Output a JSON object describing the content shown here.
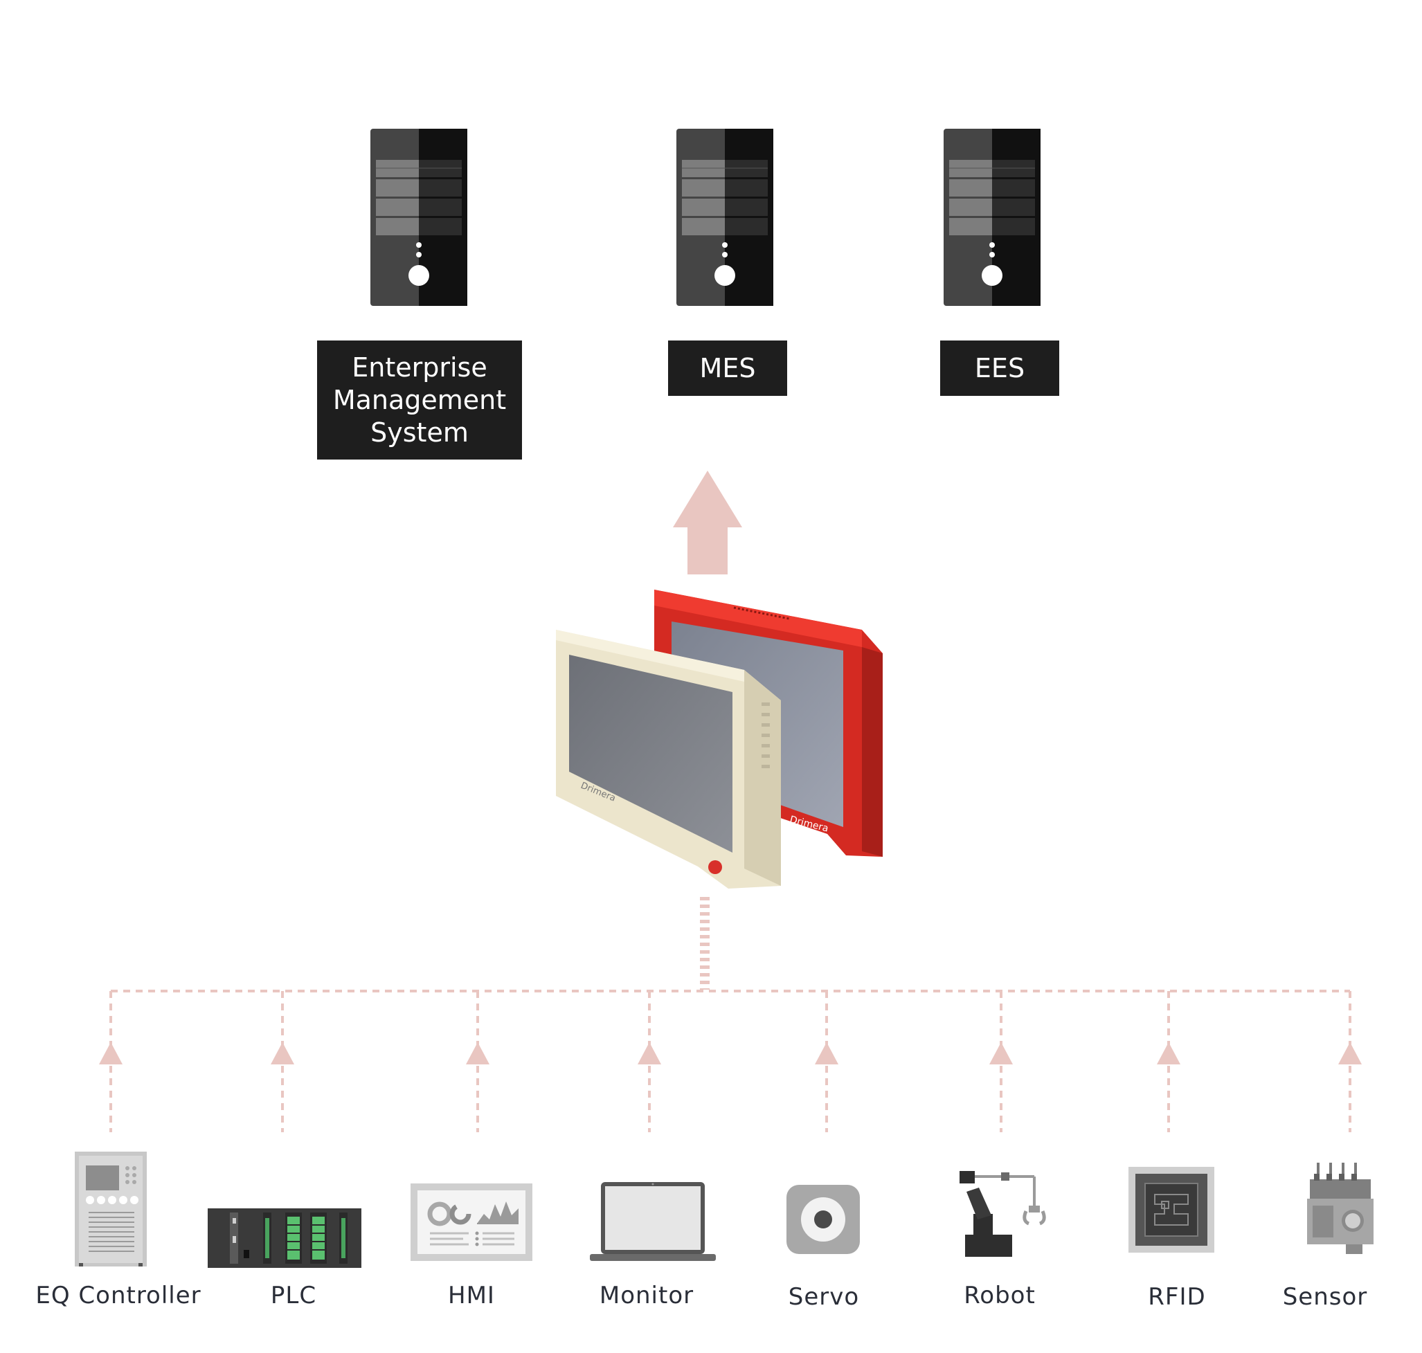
{
  "servers": [
    {
      "id": "ems",
      "label_lines": [
        "Enterprise",
        "Management",
        "System"
      ]
    },
    {
      "id": "mes",
      "label_lines": [
        "MES"
      ]
    },
    {
      "id": "ees",
      "label_lines": [
        "EES"
      ]
    }
  ],
  "devices": [
    {
      "label": "EQ Controller",
      "icon": "eq-controller-icon"
    },
    {
      "label": "PLC",
      "icon": "plc-icon"
    },
    {
      "label": "HMI",
      "icon": "hmi-icon"
    },
    {
      "label": "Monitor",
      "icon": "laptop-monitor-icon"
    },
    {
      "label": "Servo",
      "icon": "servo-icon"
    },
    {
      "label": "Robot",
      "icon": "robot-arm-icon"
    },
    {
      "label": "RFID",
      "icon": "rfid-chip-icon"
    },
    {
      "label": "Sensor",
      "icon": "sensor-icon"
    }
  ],
  "hub": {
    "icon": "industrial-panel-pc-icon"
  },
  "colors": {
    "connector": "#e9c6c1",
    "label_bg": "#1e1e1e",
    "label_text": "#ffffff",
    "device_text": "#2a2e38",
    "panel_red": "#e8342a",
    "panel_beige": "#ece5cc"
  }
}
